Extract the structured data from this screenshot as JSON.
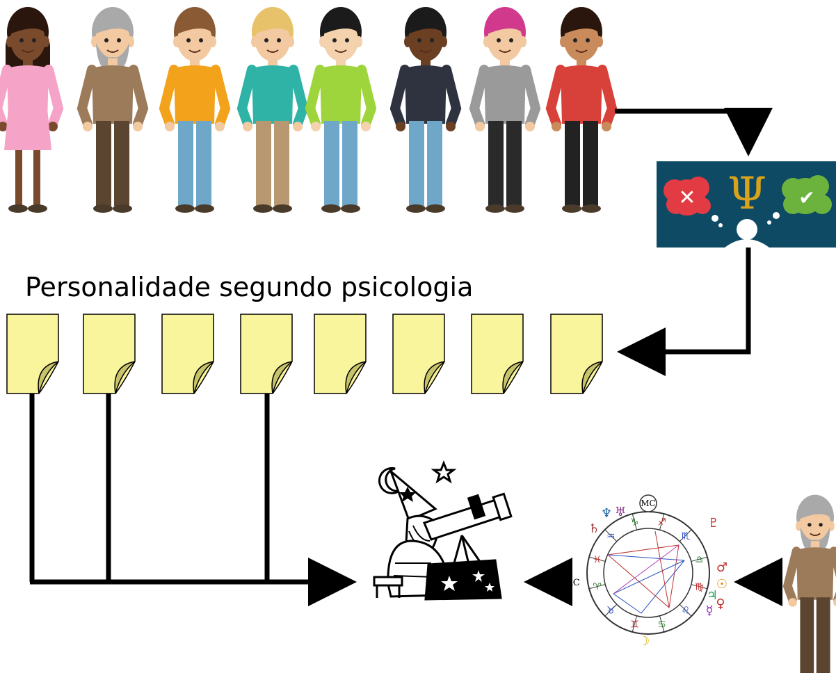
{
  "title": "Personalidade segundo psicologia",
  "people": [
    {
      "name": "woman-pink-dress",
      "skin": "#7a4a2c",
      "hair": "#2a160c",
      "shirt": "#f5a3c7",
      "pants": "#f5a3c7",
      "dress": true
    },
    {
      "name": "old-man-grey-beard",
      "skin": "#f2c9a1",
      "hair": "#a9a9a9",
      "shirt": "#9c7b5b",
      "pants": "#5b4430",
      "beard": true
    },
    {
      "name": "woman-orange-top",
      "skin": "#f2c9a1",
      "hair": "#8a5a34",
      "shirt": "#f3a21c",
      "pants": "#6fa7c9"
    },
    {
      "name": "blond-man-teal-shirt",
      "skin": "#f2c9a1",
      "hair": "#e8c26a",
      "shirt": "#2fb3a6",
      "pants": "#b79870"
    },
    {
      "name": "asian-woman-green-top",
      "skin": "#f4d2ae",
      "hair": "#1b1b1b",
      "shirt": "#9fd53c",
      "pants": "#6fa7c9"
    },
    {
      "name": "man-dark-sweater",
      "skin": "#6a3f22",
      "hair": "#1b1b1b",
      "shirt": "#2f3340",
      "pants": "#6fa7c9"
    },
    {
      "name": "woman-pink-hair-glasses",
      "skin": "#f2c9a1",
      "hair": "#d13a8c",
      "shirt": "#9a9a9a",
      "pants": "#2a2a2a"
    },
    {
      "name": "boy-basketball",
      "skin": "#c98a5c",
      "hair": "#2a160c",
      "shirt": "#d8403a",
      "pants": "#222222"
    }
  ],
  "psychology_icon": {
    "symbol": "Ψ",
    "cross": "✕",
    "check": "✔",
    "bg": "#0e4a63",
    "red": "#e23b43",
    "green": "#6cb33e",
    "gold": "#d9a21c"
  },
  "documents": {
    "count": 8,
    "fill": "#f9f59d",
    "fold": "#c8c46b"
  },
  "natal_chart": {
    "mc_label": "MC",
    "ac_label": "AC",
    "signs": [
      "♑",
      "♐",
      "♏",
      "♎",
      "♍",
      "♌",
      "♋",
      "♊",
      "♉",
      "♈",
      "♓",
      "♒"
    ],
    "planets": [
      "♆",
      "♅",
      "♄",
      "♇",
      "♂",
      "☉",
      "♃",
      "♀",
      "☿",
      "☽"
    ]
  },
  "colors": {
    "line": "#000000"
  }
}
